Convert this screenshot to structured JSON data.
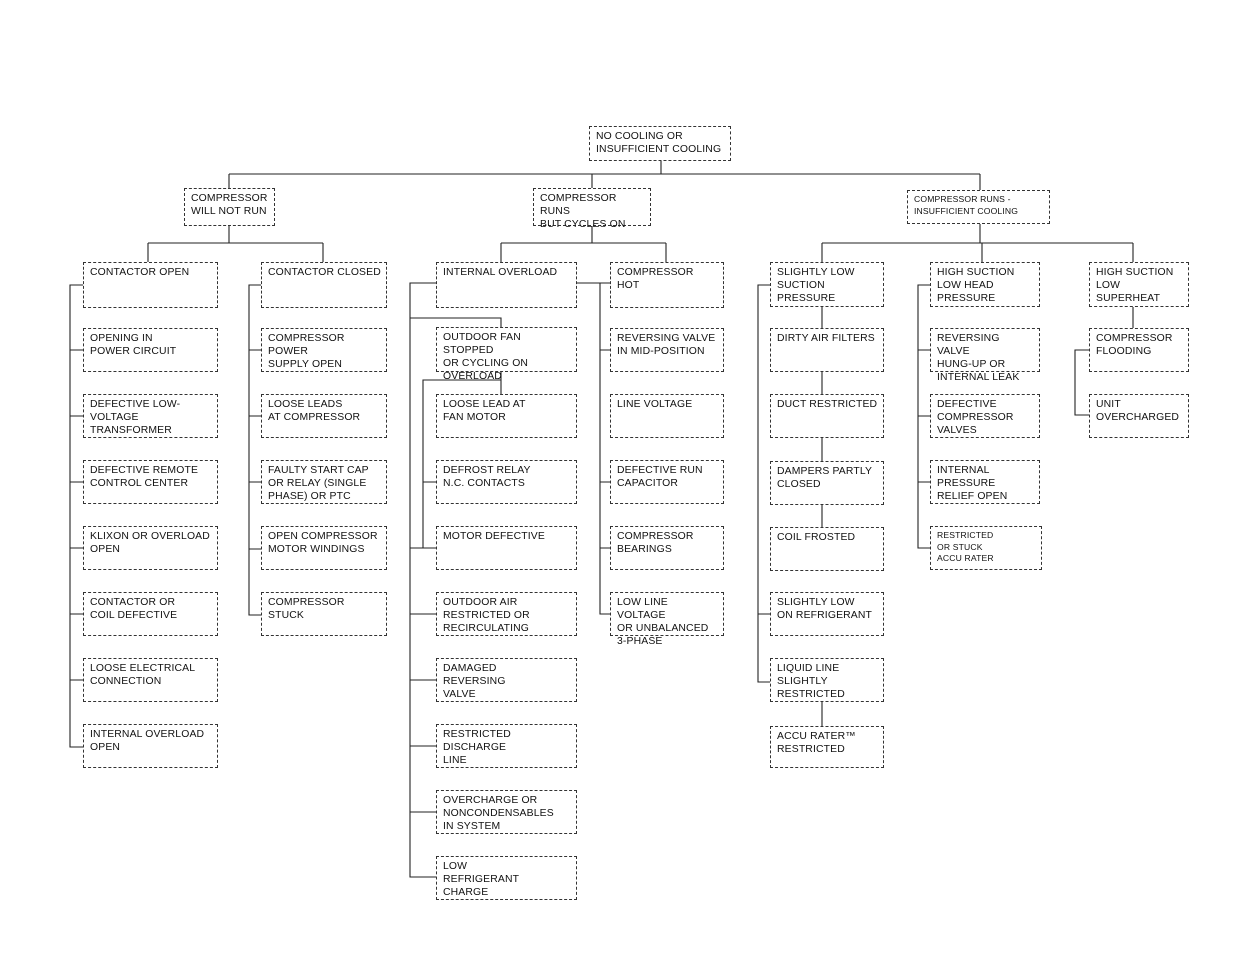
{
  "root": "NO COOLING OR\nINSUFFICIENT COOLING",
  "branches": {
    "will_not_run": {
      "label": "COMPRESSOR\nWILL NOT RUN",
      "contactor_open": {
        "label": "CONTACTOR OPEN",
        "causes": [
          "OPENING IN\nPOWER CIRCUIT",
          "DEFECTIVE LOW-\nVOLTAGE\nTRANSFORMER",
          "DEFECTIVE REMOTE\nCONTROL CENTER",
          "KLIXON OR OVERLOAD\nOPEN",
          "CONTACTOR OR\nCOIL DEFECTIVE",
          "LOOSE ELECTRICAL\nCONNECTION",
          "INTERNAL OVERLOAD\nOPEN"
        ]
      },
      "contactor_closed": {
        "label": "CONTACTOR CLOSED",
        "causes": [
          "COMPRESSOR POWER\nSUPPLY OPEN",
          "LOOSE LEADS\nAT COMPRESSOR",
          "FAULTY START CAP\nOR RELAY (SINGLE\nPHASE) OR PTC",
          "OPEN COMPRESSOR\nMOTOR WINDINGS",
          "COMPRESSOR STUCK"
        ]
      }
    },
    "cycles_on": {
      "label": "COMPRESSOR RUNS\nBUT CYCLES ON",
      "internal_overload": {
        "label": "INTERNAL OVERLOAD",
        "fan": {
          "label": "OUTDOOR FAN STOPPED\nOR CYCLING ON\nOVERLOAD",
          "causes": [
            "LOOSE LEAD AT\nFAN MOTOR",
            "DEFROST RELAY\nN.C. CONTACTS",
            "MOTOR DEFECTIVE"
          ]
        },
        "causes": [
          "OUTDOOR AIR\nRESTRICTED OR\nRECIRCULATING",
          "DAMAGED\nREVERSING\nVALVE",
          "RESTRICTED\nDISCHARGE\nLINE",
          "OVERCHARGE OR\nNONCONDENSABLES\nIN SYSTEM",
          "LOW\nREFRIGERANT\nCHARGE"
        ]
      },
      "compressor_hot": {
        "label": "COMPRESSOR HOT",
        "causes": [
          "REVERSING VALVE\nIN MID-POSITION",
          "LINE VOLTAGE",
          "DEFECTIVE RUN\nCAPACITOR",
          "COMPRESSOR\nBEARINGS",
          "LOW LINE VOLTAGE\nOR UNBALANCED\n3-PHASE"
        ]
      }
    },
    "insufficient": {
      "label": "COMPRESSOR RUNS -\nINSUFFICIENT COOLING",
      "low_suction": {
        "label": "SLIGHTLY LOW\nSUCTION PRESSURE",
        "causes": [
          "DIRTY AIR FILTERS",
          "DUCT RESTRICTED",
          "DAMPERS PARTLY\nCLOSED",
          "COIL FROSTED",
          "SLIGHTLY LOW\nON REFRIGERANT",
          "LIQUID LINE\nSLIGHTLY\nRESTRICTED",
          "ACCU RATER™\nRESTRICTED"
        ]
      },
      "high_suction_low_head": {
        "label": "HIGH SUCTION\nLOW HEAD\nPRESSURE",
        "causes": [
          "REVERSING VALVE\nHUNG-UP OR\nINTERNAL LEAK",
          "DEFECTIVE\nCOMPRESSOR\nVALVES",
          "INTERNAL\nPRESSURE\nRELIEF OPEN",
          "RESTRICTED\nOR STUCK\nACCU RATER"
        ]
      },
      "high_suction_low_superheat": {
        "label": "HIGH SUCTION\nLOW SUPERHEAT",
        "causes": [
          "COMPRESSOR\nFLOODING",
          "UNIT\nOVERCHARGED"
        ]
      }
    }
  }
}
